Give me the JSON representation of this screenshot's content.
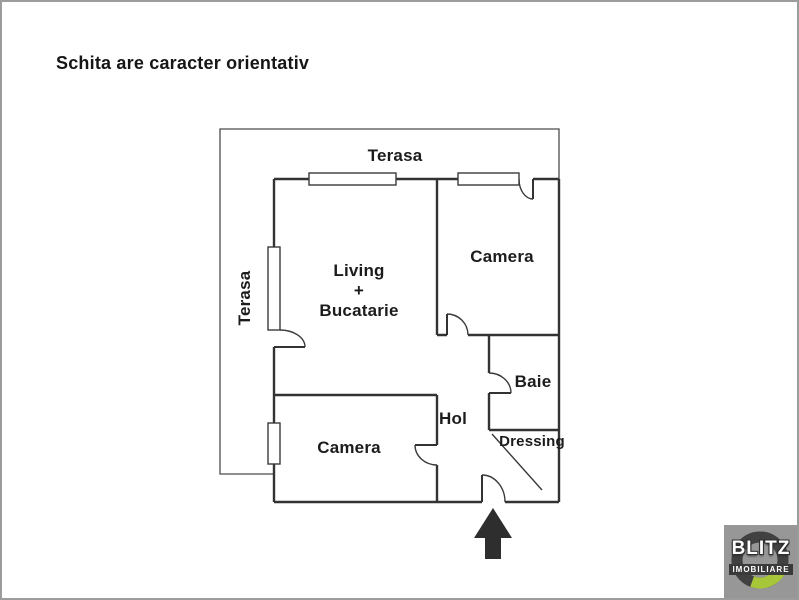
{
  "page": {
    "title": "Schita are caracter orientativ"
  },
  "plan": {
    "labels": {
      "terasa_top": "Terasa",
      "terasa_left": "Terasa",
      "living_line1": "Living",
      "living_line2": "+",
      "living_line3": "Bucatarie",
      "camera_top": "Camera",
      "baie": "Baie",
      "hol": "Hol",
      "dressing": "Dressing",
      "camera_bottom": "Camera"
    },
    "entrance": "main-entrance-arrow-pointing-up"
  },
  "logo": {
    "brand": "BLITZ",
    "subtitle": "IMOBILIARE"
  },
  "colors": {
    "wall": "#333333",
    "terrace_outline": "#4a4a4a",
    "label_text": "#1c1c1c",
    "arrow": "#2e2e2e",
    "frame": "#9c9c9c",
    "logo_background": "#979797",
    "logo_ring": "#414141",
    "logo_green": "#a8c63a",
    "logo_text": "#ffffff"
  }
}
